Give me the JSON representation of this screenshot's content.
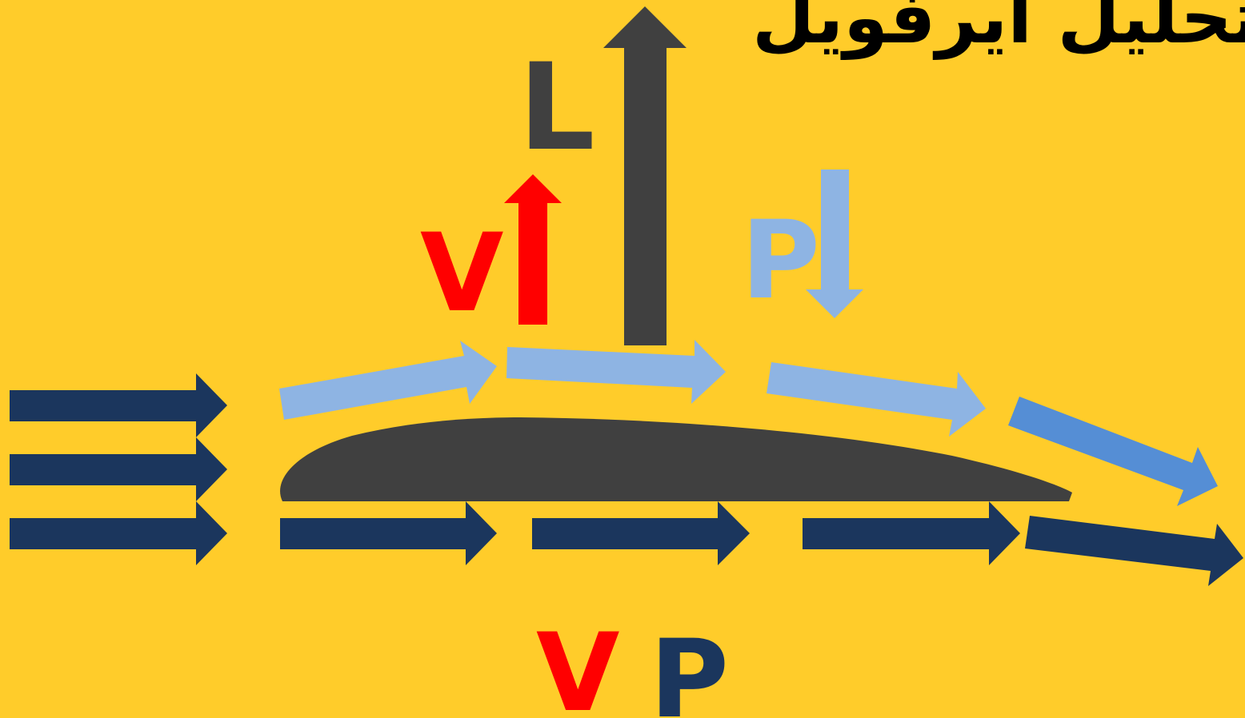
{
  "title": "تحليل ايرفويل",
  "labels": {
    "lift": "L",
    "upper_velocity": "V",
    "upper_pressure": "P",
    "lower_velocity": "V",
    "lower_pressure": "P"
  },
  "colors": {
    "background": "#FFCC2A",
    "airfoil": "#404040",
    "lift_arrow": "#404040",
    "velocity": "#FF0000",
    "upper_flow": "#8EB4E3",
    "trailing_flow": "#558ED5",
    "lower_flow": "#1B365D",
    "title": "#000000"
  }
}
